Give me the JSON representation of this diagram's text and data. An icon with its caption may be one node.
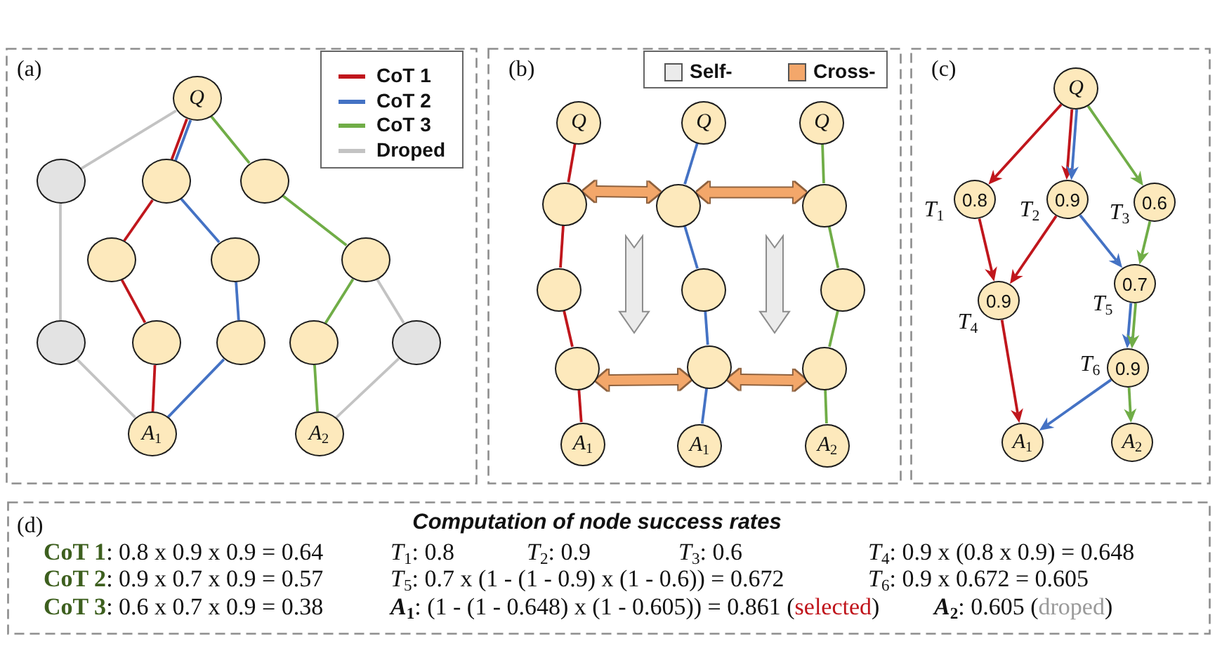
{
  "diagram": {
    "nodes": [
      {
        "text": [
          "(a)"
        ]
      },
      {
        "text": [
          "Q"
        ],
        "in": 0
      },
      {
        "text": [],
        "shape": "circle",
        "in": 0
      },
      {
        "text": [],
        "shape": "circle",
        "in": 0
      },
      {
        "text": [],
        "shape": "circle",
        "in": 0
      },
      {
        "text": [],
        "shape": "circle",
        "in": 0
      },
      {
        "text": [],
        "shape": "circle",
        "in": 0
      },
      {
        "text": [],
        "shape": "circle",
        "in": 0
      },
      {
        "text": [],
        "shape": "circle",
        "in": 0
      },
      {
        "text": [],
        "shape": "circle",
        "in": 0
      },
      {
        "text": [],
        "shape": "circle",
        "in": 0
      },
      {
        "text": [],
        "shape": "circle",
        "in": 0
      },
      {
        "text": [],
        "shape": "circle",
        "in": 0
      },
      {
        "text": [
          "*A*$_{1}$"
        ],
        "in": 0
      },
      {
        "text": [
          "*A*$_{2}$"
        ],
        "in": 0
      },
      {
        "text": [
          "(b)"
        ]
      },
      {
        "text": [
          "Q"
        ],
        "in": 15
      },
      {
        "text": [
          "Q"
        ],
        "in": 15
      },
      {
        "text": [
          "Q"
        ],
        "in": 15
      },
      {
        "text": [],
        "shape": "circle",
        "in": 15
      },
      {
        "text": [],
        "shape": "circle",
        "in": 15
      },
      {
        "text": [],
        "shape": "circle",
        "in": 15
      },
      {
        "text": [],
        "shape": "circle",
        "in": 15
      },
      {
        "text": [],
        "shape": "circle",
        "in": 15
      },
      {
        "text": [],
        "shape": "circle",
        "in": 15
      },
      {
        "text": [],
        "shape": "circle",
        "in": 15
      },
      {
        "text": [],
        "shape": "circle",
        "in": 15
      },
      {
        "text": [],
        "shape": "circle",
        "in": 15
      },
      {
        "text": [
          "*A*$_{1}$"
        ],
        "in": 15
      },
      {
        "text": [
          "*A*$_{1}$"
        ],
        "in": 15
      },
      {
        "text": [
          "*A*$_{2}$"
        ],
        "in": 15
      },
      {
        "text": [
          "(c)"
        ]
      },
      {
        "text": [
          "Q"
        ],
        "in": 31
      },
      {
        "text": [
          "0.8"
        ],
        "in": 31,
        "beside": [
          "*T*$_{1}$"
        ]
      },
      {
        "text": [
          "0.9"
        ],
        "in": 31,
        "beside": [
          "*T*$_{2}$"
        ]
      },
      {
        "text": [
          "0.6"
        ],
        "in": 31,
        "beside": [
          "*T*$_{3}$"
        ]
      },
      {
        "text": [
          "0.9"
        ],
        "in": 31,
        "beside": [
          "*T*$_{4}$"
        ]
      },
      {
        "text": [
          "0.7"
        ],
        "in": 31,
        "beside": [
          "*T*$_{5}$"
        ]
      },
      {
        "text": [
          "0.9"
        ],
        "in": 31,
        "beside": [
          "*T*$_{6}$"
        ]
      },
      {
        "text": [
          "*A*$_{1}$"
        ],
        "in": 31
      },
      {
        "text": [
          "*A*$_{2}$"
        ],
        "in": 31
      },
      {
        "text": [
          "(d)",
          "Computation of node success rates",
          "**CoT 1**: 0.8 x 0.9 x 0.9 = 0.64",
          "*T*$_{1}$: 0.8",
          "*T*$_{2}$: 0.9",
          "*T*$_{3}$: 0.6",
          "*T*$_{4}$: 0.9 x (0.8 x 0.9) = 0.648",
          "**CoT 2**: 0.9 x 0.7 x 0.9 = 0.57",
          "*T*$_{5}$: 0.7 x (1 - (1 - 0.9) x (1 - 0.6)) = 0.672",
          "*T*$_{6}$: 0.9 x 0.672 = 0.605",
          "**CoT 3**: 0.6 x 0.7 x 0.9 = 0.38",
          "**A**$_{1}$: (1 - (1 - 0.648) x (1 - 0.605)) = 0.861 (selected)",
          "**A**$_{2}$: 0.605 (droped)"
        ]
      },
      {
        "text": [],
        "shape": "arrow",
        "in": 15
      },
      {
        "text": [],
        "shape": "arrow",
        "in": 15
      }
    ],
    "edges": [
      {
        "from": 1,
        "to": 3,
        "arrow": "none",
        "color": "#c0161c"
      },
      {
        "from": 1,
        "to": 3,
        "arrow": "none",
        "color": "#4472c4"
      },
      {
        "from": 1,
        "to": 2,
        "arrow": "none",
        "color": "#c3c3c3"
      },
      {
        "from": 1,
        "to": 4,
        "arrow": "none",
        "color": "#70ad47"
      },
      {
        "from": 3,
        "to": 5,
        "arrow": "none",
        "color": "#c0161c"
      },
      {
        "from": 3,
        "to": 6,
        "arrow": "none",
        "color": "#4472c4"
      },
      {
        "from": 4,
        "to": 7,
        "arrow": "none",
        "color": "#70ad47"
      },
      {
        "from": 2,
        "to": 8,
        "arrow": "none",
        "color": "#c3c3c3"
      },
      {
        "from": 5,
        "to": 9,
        "arrow": "none",
        "color": "#c0161c"
      },
      {
        "from": 6,
        "to": 10,
        "arrow": "none",
        "color": "#4472c4"
      },
      {
        "from": 7,
        "to": 11,
        "arrow": "none",
        "color": "#70ad47"
      },
      {
        "from": 7,
        "to": 12,
        "arrow": "none",
        "color": "#c3c3c3"
      },
      {
        "from": 8,
        "to": 13,
        "arrow": "none",
        "color": "#c3c3c3"
      },
      {
        "from": 9,
        "to": 13,
        "arrow": "none",
        "color": "#c0161c"
      },
      {
        "from": 10,
        "to": 13,
        "arrow": "none",
        "color": "#4472c4"
      },
      {
        "from": 11,
        "to": 14,
        "arrow": "none",
        "color": "#70ad47"
      },
      {
        "from": 12,
        "to": 14,
        "arrow": "none",
        "color": "#c3c3c3"
      },
      {
        "from": 16,
        "to": 19,
        "arrow": "none",
        "color": "#c0161c"
      },
      {
        "from": 19,
        "to": 22,
        "arrow": "none",
        "color": "#c0161c"
      },
      {
        "from": 22,
        "to": 25,
        "arrow": "none",
        "color": "#c0161c"
      },
      {
        "from": 25,
        "to": 28,
        "arrow": "none",
        "color": "#c0161c"
      },
      {
        "from": 17,
        "to": 20,
        "arrow": "none",
        "color": "#4472c4"
      },
      {
        "from": 20,
        "to": 23,
        "arrow": "none",
        "color": "#4472c4"
      },
      {
        "from": 23,
        "to": 26,
        "arrow": "none",
        "color": "#4472c4"
      },
      {
        "from": 26,
        "to": 29,
        "arrow": "none",
        "color": "#4472c4"
      },
      {
        "from": 18,
        "to": 21,
        "arrow": "none",
        "color": "#70ad47"
      },
      {
        "from": 21,
        "to": 24,
        "arrow": "none",
        "color": "#70ad47"
      },
      {
        "from": 24,
        "to": 27,
        "arrow": "none",
        "color": "#70ad47"
      },
      {
        "from": 27,
        "to": 30,
        "arrow": "none",
        "color": "#70ad47"
      },
      {
        "from": 19,
        "to": 20,
        "arrow": "both",
        "style": "thick",
        "color": "#f3a76b"
      },
      {
        "from": 20,
        "to": 21,
        "arrow": "both",
        "style": "thick",
        "color": "#f3a76b"
      },
      {
        "from": 25,
        "to": 26,
        "arrow": "both",
        "style": "thick",
        "color": "#f3a76b"
      },
      {
        "from": 26,
        "to": 27,
        "arrow": "both",
        "style": "thick",
        "color": "#f3a76b"
      },
      {
        "from": 32,
        "to": 33,
        "arrow": "to",
        "color": "#c0161c"
      },
      {
        "from": 32,
        "to": 34,
        "arrow": "to",
        "color": "#c0161c"
      },
      {
        "from": 32,
        "to": 34,
        "arrow": "to",
        "color": "#4472c4"
      },
      {
        "from": 32,
        "to": 35,
        "arrow": "to",
        "color": "#70ad47"
      },
      {
        "from": 33,
        "to": 36,
        "arrow": "to",
        "color": "#c0161c"
      },
      {
        "from": 34,
        "to": 36,
        "arrow": "to",
        "color": "#c0161c"
      },
      {
        "from": 34,
        "to": 37,
        "arrow": "to",
        "color": "#4472c4"
      },
      {
        "from": 35,
        "to": 37,
        "arrow": "to",
        "color": "#70ad47"
      },
      {
        "from": 37,
        "to": 38,
        "arrow": "to",
        "color": "#4472c4"
      },
      {
        "from": 37,
        "to": 38,
        "arrow": "to",
        "color": "#70ad47"
      },
      {
        "from": 36,
        "to": 39,
        "arrow": "to",
        "color": "#c0161c"
      },
      {
        "from": 38,
        "to": 39,
        "arrow": "to",
        "color": "#4472c4"
      },
      {
        "from": 38,
        "to": 40,
        "arrow": "to",
        "color": "#70ad47"
      }
    ],
    "legend": [
      {
        "text": "CoT 1",
        "color": "#c0161c"
      },
      {
        "text": "CoT 2",
        "color": "#4472c4"
      },
      {
        "text": "CoT 3",
        "color": "#70ad47"
      },
      {
        "text": "Droped",
        "color": "#c3c3c3"
      },
      {
        "text": "Self-",
        "color": "#ebebeb"
      },
      {
        "text": "Cross-",
        "color": "#f3a76b"
      }
    ]
  }
}
